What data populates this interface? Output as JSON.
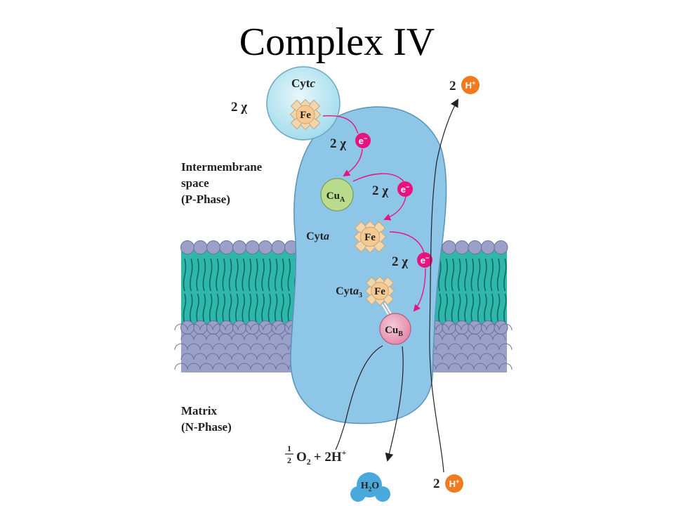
{
  "title": "Complex IV",
  "regions": {
    "intermembrane": [
      "Intermembrane",
      "space",
      "(P-Phase)"
    ],
    "matrix": [
      "Matrix",
      "(N-Phase)"
    ]
  },
  "cytc": {
    "name": "Cyt",
    "suffix": "c",
    "metal": "Fe"
  },
  "electron_transfers": [
    "2 χ",
    "2 χ",
    "2 χ",
    "2 χ"
  ],
  "electron": "e",
  "electron_charge": "−",
  "centers": {
    "cua": {
      "base": "Cu",
      "sub": "A"
    },
    "cyta": {
      "name": "Cyt",
      "suffix": "a",
      "metal": "Fe"
    },
    "cyta3": {
      "name": "Cyt",
      "suffix": "a",
      "sub": "3",
      "metal": "Fe"
    },
    "cub": {
      "base": "Cu",
      "sub": "B"
    }
  },
  "protons_out": {
    "count": "2",
    "label": "H",
    "charge": "+"
  },
  "protons_in": {
    "count": "2",
    "label": "H",
    "charge": "+"
  },
  "reactant": {
    "num": "1",
    "den": "2",
    "o": "O",
    "o_sub": "2",
    "plus": "+ 2H",
    "charge": "+"
  },
  "product": {
    "h": "H",
    "h_sub": "2",
    "o": "O"
  },
  "colors": {
    "protein": "#8ec6e8",
    "lipid_head": "#9aa0c8",
    "lipid_core": "#2fb7ac",
    "electron": "#e8137f",
    "proton": "#f07a1f",
    "cua": "#b9dc8c",
    "cub": "#eca2bc",
    "water": "#4aa9dc"
  }
}
